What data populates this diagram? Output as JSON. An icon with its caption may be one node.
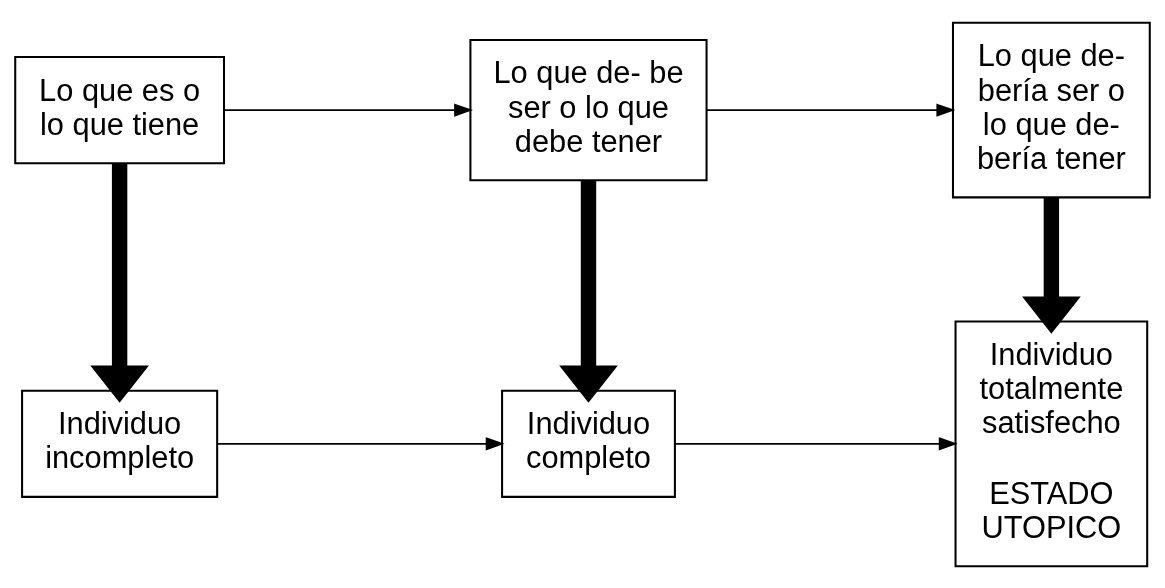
{
  "diagram": {
    "nodes": [
      {
        "text": [
          "Lo que es o lo que tiene"
        ]
      },
      {
        "text": [
          "Lo que de- be ser o lo que debe tener"
        ]
      },
      {
        "text": [
          "Lo que de- bería ser o lo que de- bería tener"
        ]
      },
      {
        "text": [
          "Individuo incompleto"
        ]
      },
      {
        "text": [
          "Individuo completo"
        ]
      },
      {
        "text": [
          "Individuo totalmente satisfecho",
          "ESTADO UTOPICO"
        ]
      }
    ],
    "edges": [
      {
        "from": 0,
        "to": 1,
        "arrow": "to"
      },
      {
        "from": 1,
        "to": 2,
        "arrow": "to"
      },
      {
        "from": 0,
        "to": 3,
        "arrow": "to",
        "style": "thick"
      },
      {
        "from": 1,
        "to": 4,
        "arrow": "to",
        "style": "thick"
      },
      {
        "from": 2,
        "to": 5,
        "arrow": "to",
        "style": "thick"
      },
      {
        "from": 3,
        "to": 4,
        "arrow": "to"
      },
      {
        "from": 4,
        "to": 5,
        "arrow": "to"
      }
    ]
  }
}
